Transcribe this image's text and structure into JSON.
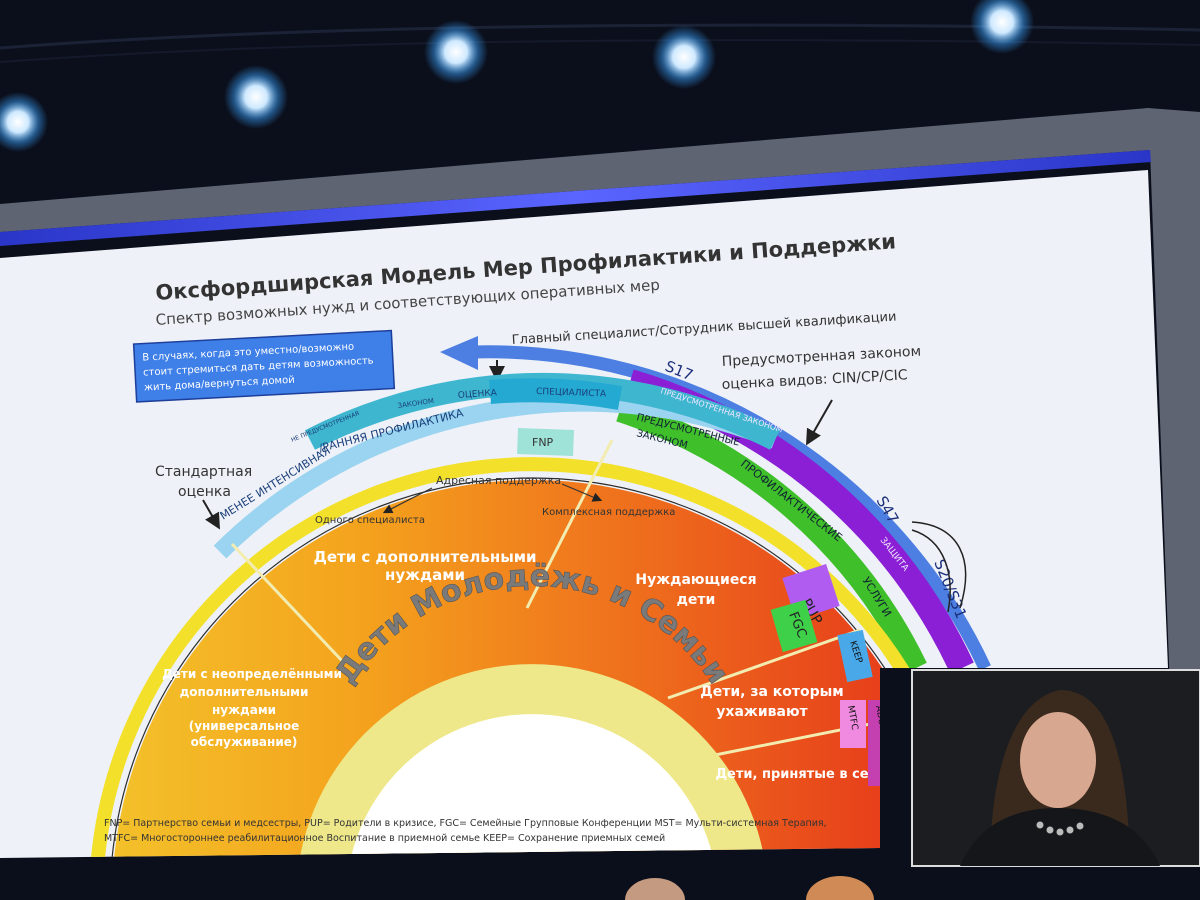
{
  "slide": {
    "title": "Оксфордширская Модель Мер Профилактики и Поддержки",
    "subtitle": "Спектр возможных нужд и соответствующих оперативных мер",
    "top_label": "Главный специалист/Сотрудник высшей квалификации",
    "statutory_label_line1": "Предусмотренная законом",
    "statutory_label_line2": "оценка видов: CIN/CP/CIC",
    "standard_label_line1": "Стандартная",
    "standard_label_line2": "оценка",
    "home_box_line1": "В случаях, когда это уместно/возможно",
    "home_box_line2": "стоит стремиться дать детям возможность",
    "home_box_line3": "жить дома/вернуться домой",
    "ring_less_intensive": "МЕНЕЕ ИНТЕНСИВНАЯ",
    "ring_early_prevention": "/РАННЯЯ ПРОФИЛАКТИКА",
    "ring_not_provided": "НЕ ПРЕДУСМОТРЕННАЯ",
    "ring_by_law": "ЗАКОНОМ",
    "ring_assessment": "ОЦЕНКА",
    "ring_specialist": "СПЕЦИАЛИСТА",
    "ring_statutory": "ПРЕДУСМОТРЕННАЯ ЗАКОНОМ",
    "ring_provided": "ПРЕДУСМОТРЕННЫЕ",
    "ring_law2": "ЗАКОНОМ",
    "ring_preventive": "ПРОФИЛАКТИЧЕСКИЕ",
    "ring_services": "УСЛУГИ",
    "ring_protection": "ЗАЩИТА",
    "s17": "S17",
    "s47": "S47",
    "s20_31": "S20/S31",
    "targeted_support": "Адресная поддержка",
    "one_specialist": "Одного специалиста",
    "complex_support": "Комплексная поддержка",
    "seg_additional_line1": "Дети с дополнительными",
    "seg_additional_line2": "нуждами",
    "seg_needy_line1": "Нуждающиеся",
    "seg_needy_line2": "дети",
    "seg_undetermined_line1": "Дети с неопределёнными",
    "seg_undetermined_line2": "дополнительными",
    "seg_undetermined_line3": "нуждами",
    "seg_undetermined_line4": "(универсальное",
    "seg_undetermined_line5": "обслуживание)",
    "seg_cared_line1": "Дети, за которым",
    "seg_cared_line2": "ухаживают",
    "seg_adopted": "Дети, принятые в семьи",
    "center_label": "Дети Молодёжь и Семьи",
    "tag_fnp": "FNP",
    "tag_pup": "PUP",
    "tag_fgc": "FGC",
    "tag_keep": "KEEP",
    "tag_mtfc": "MTFC",
    "tag_adopt": "ADOPT",
    "footnote_line1": "FNP= Партнерство семьи и медсестры, PUP= Родители в кризисе, FGC= Семейные Групповые Конференции MST= Мульти-системная Терапия,",
    "footnote_line2": "MTFC= Многостороннее реабилитационное Воспитание в приемной семье KEEP= Сохранение приемных семей"
  },
  "colors": {
    "slide_bg": "#eef1f7",
    "blue_arrow": "#4d7fe3",
    "violet_band": "#8a1fd6",
    "green_band": "#3fbf2a",
    "cyan_band": "#23a9d2",
    "teal_band": "#3fb6cf",
    "light_blue_band": "#9ad4f0",
    "yellow_edge": "#f3e02a",
    "orange_fill": "#f4a21d",
    "red_fill": "#e53a1a",
    "center_ring": "#eee88a"
  }
}
